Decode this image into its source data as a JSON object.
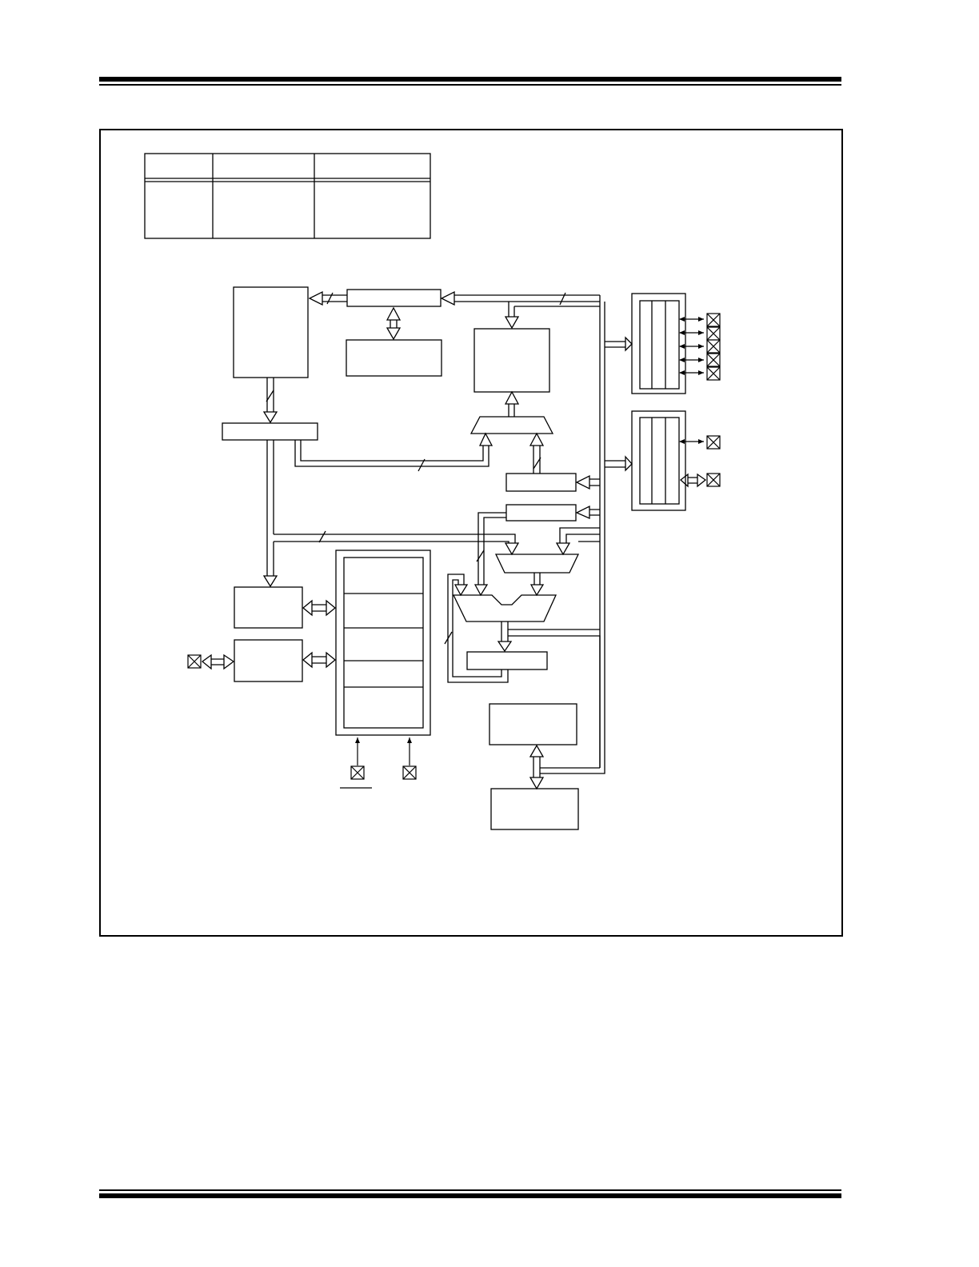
{
  "page": {
    "header_text": "",
    "footer_text": ""
  },
  "figure": {
    "caption": "",
    "table": {
      "headers": [],
      "rows": []
    },
    "blocks": [],
    "pins": {
      "port_a_count": 5,
      "port_b_count": 2,
      "side_pins": 1,
      "bottom_pins": 2
    },
    "colors": {
      "line": "#000000",
      "background": "#ffffff"
    }
  }
}
